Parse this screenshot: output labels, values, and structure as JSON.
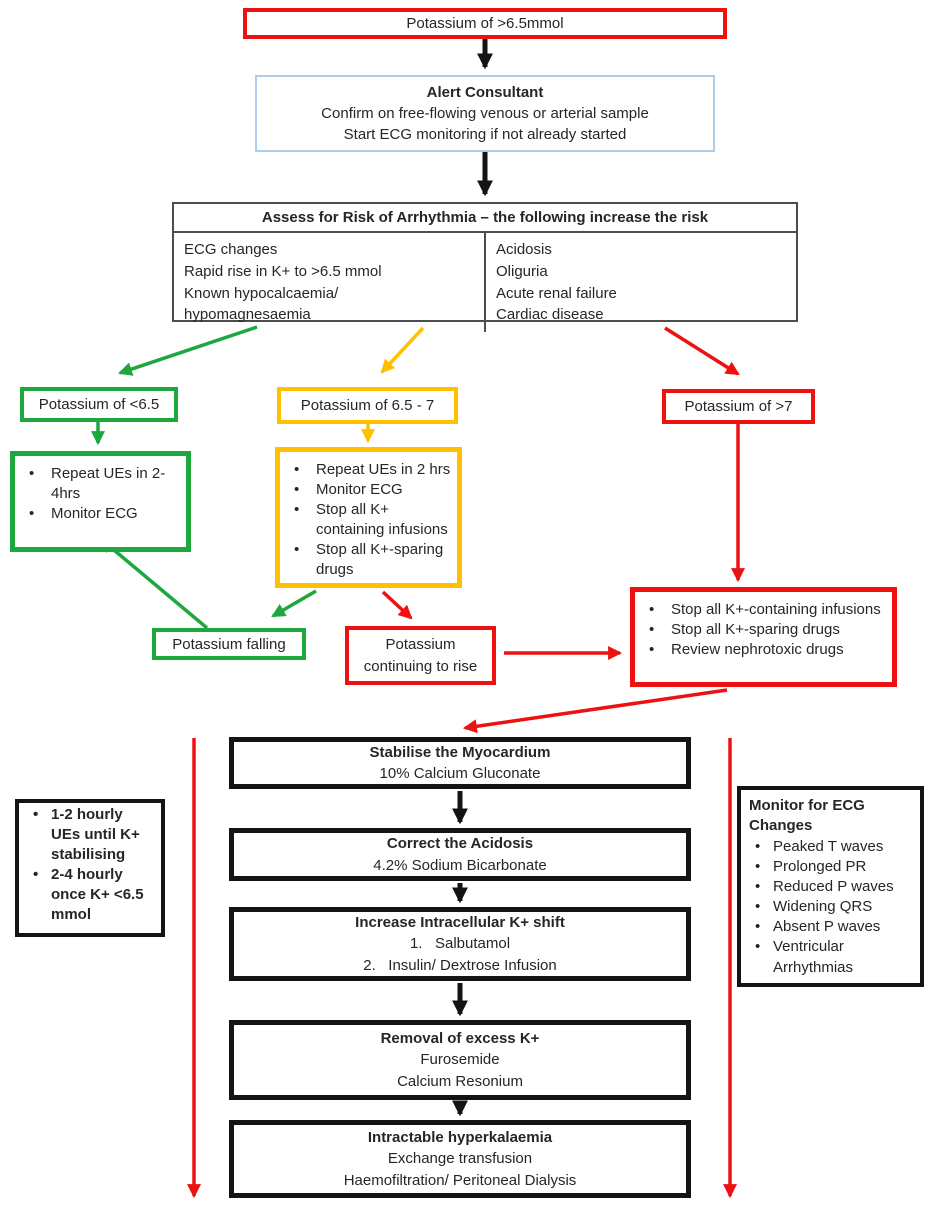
{
  "colors": {
    "red": "#ED1111",
    "green": "#1EA73C",
    "amber": "#FFC000",
    "lightblue": "#AECDEB",
    "ink": "#141414",
    "graybd": "#4d4d4d",
    "text": "#262626"
  },
  "flow": {
    "start": {
      "label": "Potassium of >6.5mmol"
    },
    "alert": {
      "title": "Alert Consultant",
      "lines": [
        "Confirm on free-flowing venous or arterial sample",
        "Start ECG monitoring if not already started"
      ]
    },
    "assess": {
      "header": "Assess for Risk of Arrhythmia – the following increase the risk",
      "left_risks": [
        "ECG changes",
        "Rapid rise in K+ to >6.5 mmol",
        "Known hypocalcaemia/",
        "hypomagnesaemia"
      ],
      "right_risks": [
        "Acidosis",
        "Oliguria",
        "Acute renal failure",
        "Cardiac disease"
      ]
    },
    "branch_under_6_5": {
      "label": "Potassium of <6.5",
      "actions": [
        "Repeat UEs in 2-4hrs",
        "Monitor ECG"
      ]
    },
    "branch_6_5_to_7": {
      "label": "Potassium of 6.5 - 7",
      "actions": [
        "Repeat UEs in 2 hrs",
        "Monitor ECG",
        "Stop all K+ containing infusions",
        "Stop all K+-sparing drugs"
      ]
    },
    "branch_over_7": {
      "label": "Potassium of >7",
      "actions": [
        "Stop all K+-containing infusions",
        "Stop all K+-sparing drugs",
        "Review nephrotoxic drugs"
      ]
    },
    "falling": {
      "label": "Potassium falling"
    },
    "rising": {
      "label": "Potassium continuing to rise"
    },
    "treatment_steps": [
      {
        "title": "Stabilise the Myocardium",
        "lines": [
          "10% Calcium Gluconate"
        ]
      },
      {
        "title": "Correct the Acidosis",
        "lines": [
          "4.2% Sodium Bicarbonate"
        ]
      },
      {
        "title": "Increase Intracellular K+ shift",
        "lines": [
          "1.   Salbutamol",
          "2.   Insulin/ Dextrose Infusion"
        ]
      },
      {
        "title": "Removal of excess K+",
        "lines": [
          "Furosemide",
          "Calcium Resonium"
        ]
      },
      {
        "title": "Intractable hyperkalaemia",
        "lines": [
          "Exchange transfusion",
          "Haemofiltration/ Peritoneal Dialysis"
        ]
      }
    ],
    "left_note": {
      "items": [
        "1-2 hourly UEs until K+ stabilising",
        "2-4 hourly once K+ <6.5 mmol"
      ]
    },
    "right_note": {
      "title": "Monitor for ECG Changes",
      "items": [
        "Peaked T waves",
        "Prolonged PR",
        "Reduced P waves",
        "Widening QRS",
        "Absent P waves",
        "Ventricular Arrhythmias"
      ]
    }
  }
}
